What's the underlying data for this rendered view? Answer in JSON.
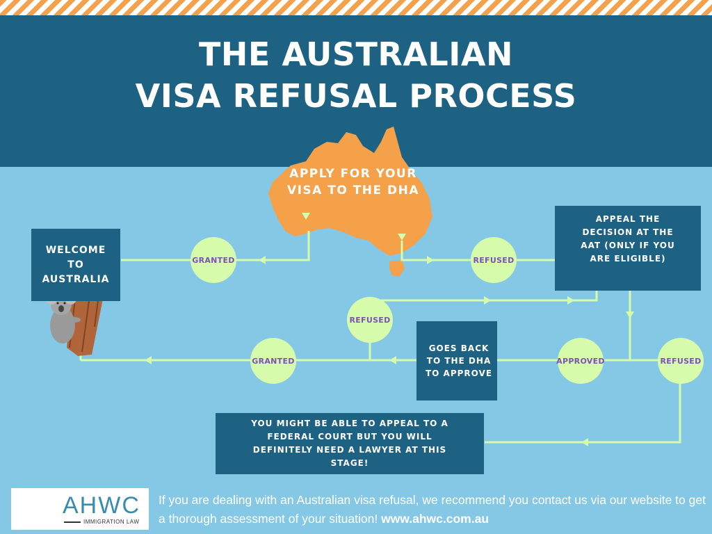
{
  "header": {
    "title_line1": "THE AUSTRALIAN",
    "title_line2": "VISA REFUSAL PROCESS"
  },
  "nodes": {
    "apply": "APPLY FOR YOUR VISA TO THE DHA",
    "welcome": "WELCOME TO AUSTRALIA",
    "appeal_aat": "APPEAL THE DECISION AT THE AAT (ONLY IF YOU ARE ELIGIBLE)",
    "goes_back": "GOES BACK TO THE DHA TO APPROVE",
    "federal_court": "YOU MIGHT BE ABLE TO APPEAL TO A FEDERAL COURT BUT YOU WILL DEFINITELY NEED A LAWYER AT THIS STAGE!"
  },
  "outcomes": {
    "granted_1": "GRANTED",
    "refused_1": "REFUSED",
    "refused_2": "REFUSED",
    "granted_2": "GRANTED",
    "approved": "APPROVED",
    "refused_3": "REFUSED"
  },
  "footer": {
    "logo_name": "AHWC",
    "logo_sub": "IMMIGRATION LAW",
    "text": "If you are dealing with an Australian visa refusal, we recommend you contact us via our website to get a thorough assessment of your situation!",
    "url": "www.ahwc.com.au"
  },
  "colors": {
    "background": "#85c8e6",
    "header": "#1d6283",
    "accent_orange": "#f4a14a",
    "connector_green": "#d6fbab",
    "outcome_text": "#7b50b8"
  },
  "icons": [
    "australia-map-icon",
    "koala-icon",
    "ahwc-logo-icon"
  ]
}
